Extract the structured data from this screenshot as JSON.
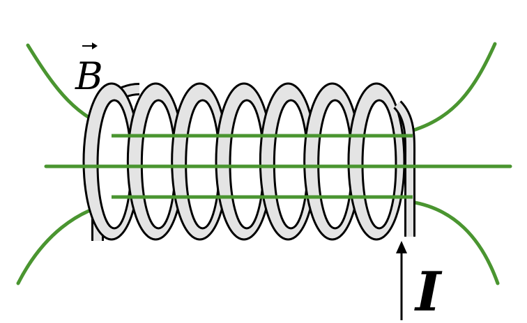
{
  "field_label": "B",
  "current_label": "I",
  "colors": {
    "field_lines": "#4a9530",
    "coil_fill": "#e4e4e4",
    "coil_outline": "#000000",
    "background": "#ffffff"
  },
  "icons": [
    "vector-arrow-icon",
    "current-arrow-icon"
  ],
  "turn_count": 7
}
